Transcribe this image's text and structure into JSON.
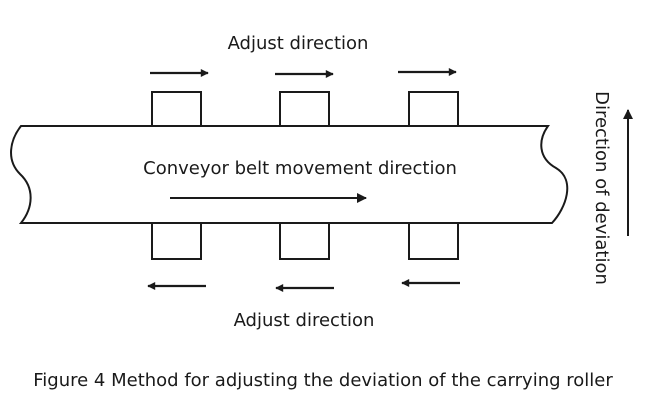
{
  "diagram": {
    "top_label": "Adjust direction",
    "bottom_label": "Adjust direction",
    "belt_label": "Conveyor belt movement direction",
    "side_label": "Direction of deviation",
    "caption": "Figure 4 Method for adjusting the deviation of the carrying roller"
  },
  "colors": {
    "ink": "#1a1a1a",
    "background": "#ffffff"
  }
}
